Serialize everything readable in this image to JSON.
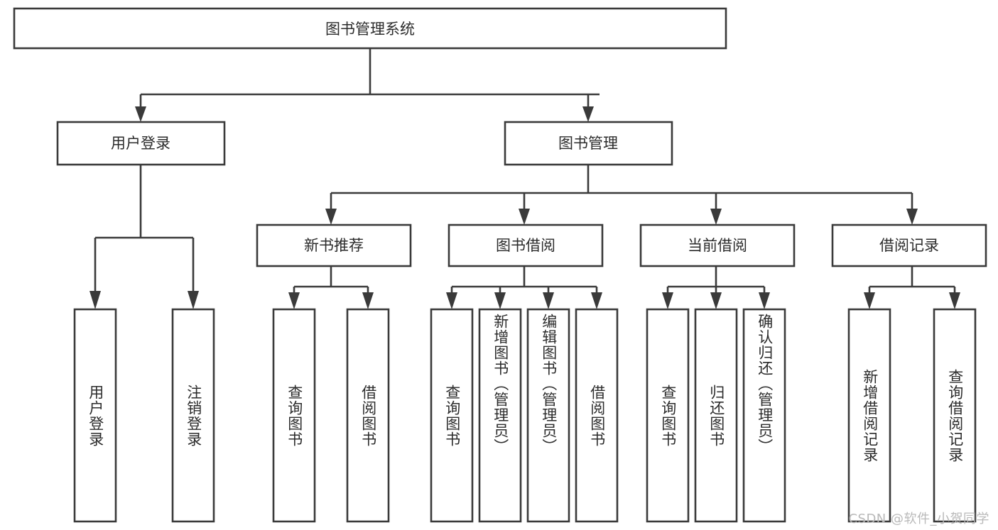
{
  "diagram": {
    "title_node": {
      "label": "图书管理系统"
    },
    "level2": [
      {
        "id": "user-login",
        "label": "用户登录"
      },
      {
        "id": "book-management",
        "label": "图书管理"
      }
    ],
    "level3": [
      {
        "id": "new-book-recommend",
        "label": "新书推荐",
        "parent": "book-management"
      },
      {
        "id": "book-borrow",
        "label": "图书借阅",
        "parent": "book-management"
      },
      {
        "id": "current-borrow",
        "label": "当前借阅",
        "parent": "book-management"
      },
      {
        "id": "borrow-record",
        "label": "借阅记录",
        "parent": "book-management"
      }
    ],
    "leaves": [
      {
        "id": "leaf-user-login",
        "label": "用户登录",
        "parent": "user-login"
      },
      {
        "id": "leaf-logout-login",
        "label": "注销登录",
        "parent": "user-login"
      },
      {
        "id": "leaf-query-book-1",
        "label": "查询图书",
        "parent": "new-book-recommend"
      },
      {
        "id": "leaf-borrow-book-1",
        "label": "借阅图书",
        "parent": "new-book-recommend"
      },
      {
        "id": "leaf-query-book-2",
        "label": "查询图书",
        "parent": "book-borrow"
      },
      {
        "id": "leaf-add-book",
        "label": "新增图书（管理员）",
        "parent": "book-borrow"
      },
      {
        "id": "leaf-edit-book",
        "label": "编辑图书（管理员）",
        "parent": "book-borrow"
      },
      {
        "id": "leaf-borrow-book-2",
        "label": "借阅图书",
        "parent": "book-borrow"
      },
      {
        "id": "leaf-query-book-3",
        "label": "查询图书",
        "parent": "current-borrow"
      },
      {
        "id": "leaf-return-book",
        "label": "归还图书",
        "parent": "current-borrow"
      },
      {
        "id": "leaf-confirm-return",
        "label": "确认归还（管理员）",
        "parent": "current-borrow"
      },
      {
        "id": "leaf-add-record",
        "label": "新增借阅记录",
        "parent": "borrow-record"
      },
      {
        "id": "leaf-query-record",
        "label": "查询借阅记录",
        "parent": "borrow-record"
      }
    ],
    "watermark": "CSDN @软件_小贺同学",
    "colors": {
      "stroke": "#3a3a3a",
      "text": "#2b2b2b",
      "background": "#ffffff",
      "watermark": "#b9b9b9"
    }
  }
}
